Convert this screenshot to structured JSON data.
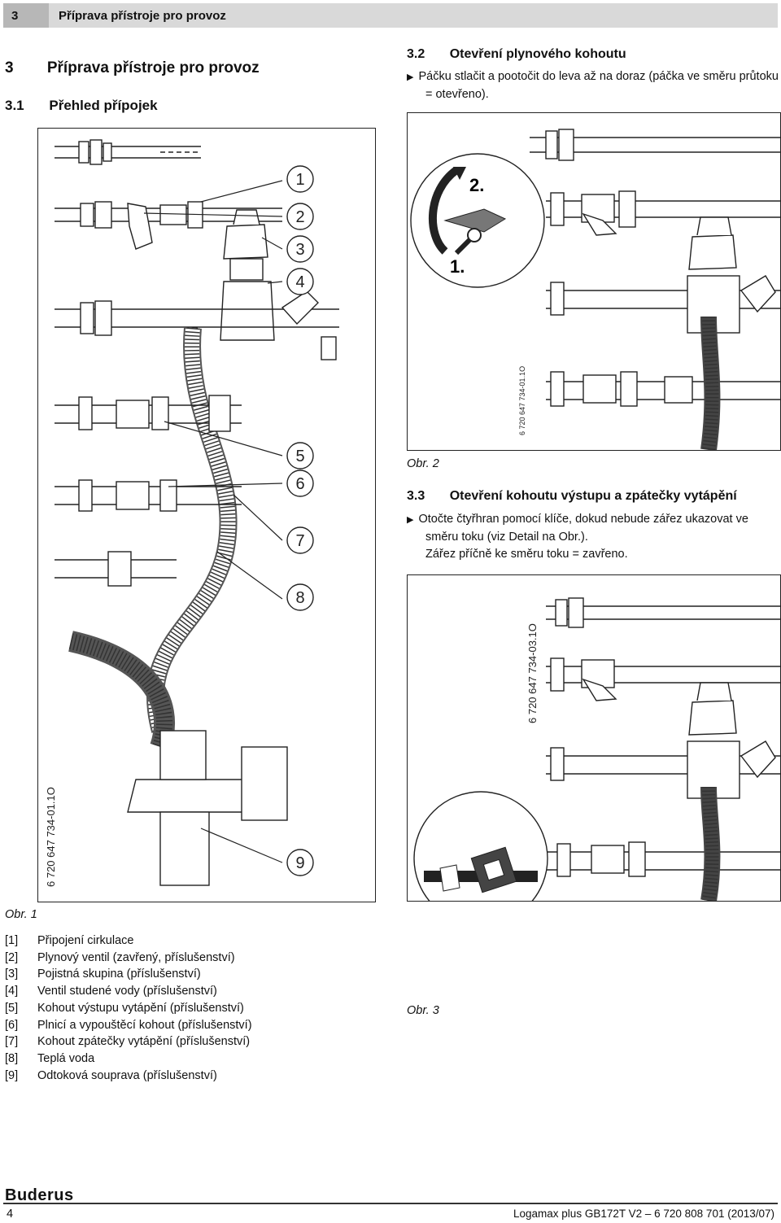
{
  "header": {
    "chapter_number": "3",
    "chapter_title": "Příprava přístroje pro provoz"
  },
  "section": {
    "number": "3",
    "title": "Příprava přístroje pro provoz"
  },
  "subsection_31": {
    "number": "3.1",
    "title": "Přehled přípojek"
  },
  "subsection_32": {
    "number": "3.2",
    "title": "Otevření plynového kohoutu",
    "instruction_line1": "Páčku stlačit a pootočit do leva až na doraz (páčka ve směru průtoku",
    "instruction_line2": "= otevřeno)."
  },
  "subsection_33": {
    "number": "3.3",
    "title": "Otevření kohoutu výstupu a zpátečky vytápění",
    "instruction_line1": "Otočte čtyřhran pomocí klíče, dokud nebude zářez ukazovat ve",
    "instruction_line2": "směru toku (viz Detail na Obr.).",
    "instruction_line3": "Zářez příčně ke směru toku = zavřeno."
  },
  "figure1": {
    "caption": "Obr. 1",
    "code": "6 720 647 734-01.1O",
    "callouts": [
      "1",
      "2",
      "3",
      "4",
      "5",
      "6",
      "7",
      "8",
      "9"
    ]
  },
  "figure2": {
    "caption": "Obr. 2",
    "code": "6 720 647 734-01.1O",
    "step_labels": [
      "2.",
      "1."
    ]
  },
  "figure3": {
    "caption": "Obr. 3",
    "code": "6 720 647 734-03.1O"
  },
  "legend": [
    {
      "num": "[1]",
      "text": "Připojení cirkulace"
    },
    {
      "num": "[2]",
      "text": "Plynový ventil (zavřený, příslušenství)"
    },
    {
      "num": "[3]",
      "text": "Pojistná skupina (příslušenství)"
    },
    {
      "num": "[4]",
      "text": "Ventil studené vody (příslušenství)"
    },
    {
      "num": "[5]",
      "text": "Kohout výstupu vytápění (příslušenství)"
    },
    {
      "num": "[6]",
      "text": "Plnicí a vypouštěcí kohout (příslušenství)"
    },
    {
      "num": "[7]",
      "text": "Kohout zpátečky vytápění (příslušenství)"
    },
    {
      "num": "[8]",
      "text": "Teplá voda"
    },
    {
      "num": "[9]",
      "text": "Odtoková souprava (příslušenství)"
    }
  ],
  "footer": {
    "brand": "Buderus",
    "page_number": "4",
    "document_ref": "Logamax plus GB172T V2 – 6 720 808 701 (2013/07)"
  }
}
